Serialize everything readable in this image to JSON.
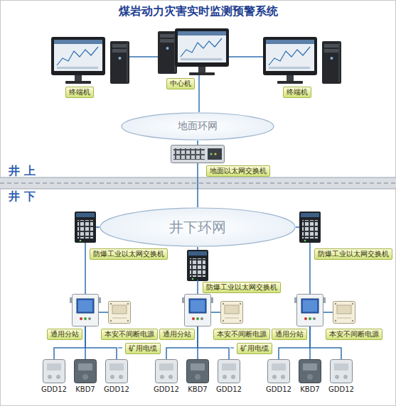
{
  "diagram": {
    "title": "煤岩动力灾害实时监测预警系统",
    "nodes": [
      {
        "text": [
          "终端机"
        ]
      },
      {
        "text": [
          "中心机"
        ]
      },
      {
        "text": [
          "终端机"
        ]
      },
      {
        "text": [
          "地面环网"
        ]
      },
      {
        "text": [
          "地面以太网交换机"
        ]
      },
      {
        "text": [
          "井下环网"
        ]
      },
      {
        "text": [
          "防爆工业以太网交换机"
        ]
      },
      {
        "text": [
          "防爆工业以太网交换机"
        ]
      },
      {
        "text": [
          "防爆工业以太网交换机"
        ]
      },
      {
        "text": [
          "通用分站"
        ]
      },
      {
        "text": [
          "本安不间断电源"
        ]
      },
      {
        "text": [
          "GDD12"
        ]
      },
      {
        "text": [
          "KBD7"
        ]
      },
      {
        "text": [
          "GDD12"
        ]
      },
      {
        "text": [
          "通用分站"
        ]
      },
      {
        "text": [
          "本安不间断电源"
        ]
      },
      {
        "text": [
          "GDD12"
        ]
      },
      {
        "text": [
          "KBD7"
        ]
      },
      {
        "text": [
          "GDD12"
        ]
      },
      {
        "text": [
          "通用分站"
        ]
      },
      {
        "text": [
          "本安不间断电源"
        ]
      },
      {
        "text": [
          "GDD12"
        ]
      },
      {
        "text": [
          "KBD7"
        ]
      },
      {
        "text": [
          "GDD12"
        ]
      }
    ],
    "edges": [
      {
        "from": 0,
        "to": 1,
        "arrow": "none"
      },
      {
        "from": 1,
        "to": 2,
        "arrow": "none"
      },
      {
        "from": 1,
        "to": 3,
        "arrow": "none"
      },
      {
        "from": 3,
        "to": 4,
        "arrow": "none"
      },
      {
        "from": 4,
        "to": 5,
        "arrow": "none"
      },
      {
        "from": 5,
        "to": 6,
        "arrow": "none"
      },
      {
        "from": 5,
        "to": 7,
        "arrow": "none"
      },
      {
        "from": 5,
        "to": 8,
        "arrow": "none"
      },
      {
        "from": 6,
        "to": 9,
        "arrow": "none"
      },
      {
        "from": 7,
        "to": 14,
        "arrow": "none"
      },
      {
        "from": 8,
        "to": 19,
        "arrow": "none"
      },
      {
        "from": 9,
        "to": 10,
        "arrow": "none"
      },
      {
        "from": 9,
        "to": 11,
        "arrow": "none"
      },
      {
        "from": 9,
        "to": 12,
        "arrow": "none"
      },
      {
        "from": 9,
        "to": 13,
        "arrow": "none"
      },
      {
        "from": 14,
        "to": 15,
        "arrow": "none"
      },
      {
        "from": 14,
        "to": 16,
        "arrow": "none"
      },
      {
        "from": 14,
        "to": 17,
        "arrow": "none"
      },
      {
        "from": 14,
        "to": 18,
        "arrow": "none"
      },
      {
        "from": 19,
        "to": 20,
        "arrow": "none"
      },
      {
        "from": 19,
        "to": 21,
        "arrow": "none"
      },
      {
        "from": 19,
        "to": 22,
        "arrow": "none"
      },
      {
        "from": 19,
        "to": 23,
        "arrow": "none"
      }
    ],
    "labels": [
      "井 上",
      "井 下",
      "矿用电缆",
      "矿用电缆"
    ]
  }
}
